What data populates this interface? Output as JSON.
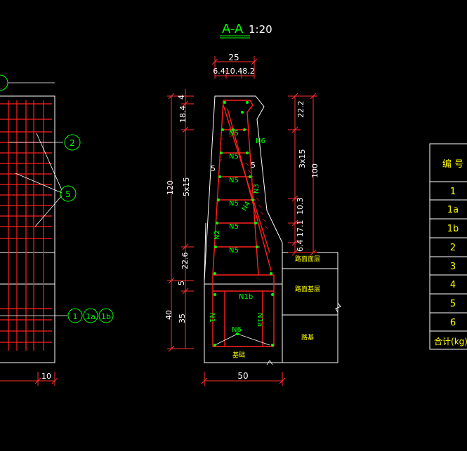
{
  "title": {
    "main": "A-A",
    "scale": "1:20"
  },
  "colors": {
    "background": "#000000",
    "outline": "#ffffff",
    "rebar": "#ff2020",
    "dim": "#ff3030",
    "text": "#ffffff",
    "label": "#00ff00",
    "accent": "#ffff00"
  },
  "top_dims": {
    "total": "25",
    "parts": "6.410.48.2"
  },
  "left_dims": {
    "top": "4",
    "second": "18.4",
    "middle": "5x15",
    "bottom": "22.6",
    "overall": "120",
    "plinth": "5",
    "base": "35",
    "base_total": "40"
  },
  "right_dims": {
    "top": "22.2",
    "middle": "3x15",
    "overall": "100",
    "lower1": "10.3",
    "lower2": "17.1",
    "lower3": "6.4"
  },
  "bottom_dims": {
    "width": "50",
    "left_part": "10"
  },
  "rebar_labels": {
    "n5": "N5",
    "n6": "N6",
    "n1": "N1",
    "n1a": "N1a",
    "n1b": "N1b",
    "n2": "N2",
    "n3": "N3",
    "n4": "N4",
    "offset": "5"
  },
  "layers": {
    "surface": "路面面层",
    "base_course": "路面基层",
    "subgrade": "路基",
    "foundation": "基础"
  },
  "callouts": {
    "c2": "2",
    "c5": "5",
    "c1": "1",
    "c1a": "1a",
    "c1b": "1b"
  },
  "table": {
    "header": "编  号",
    "rows": [
      "1",
      "1a",
      "1b",
      "2",
      "3",
      "4",
      "5",
      "6",
      "合计(kg)"
    ]
  }
}
